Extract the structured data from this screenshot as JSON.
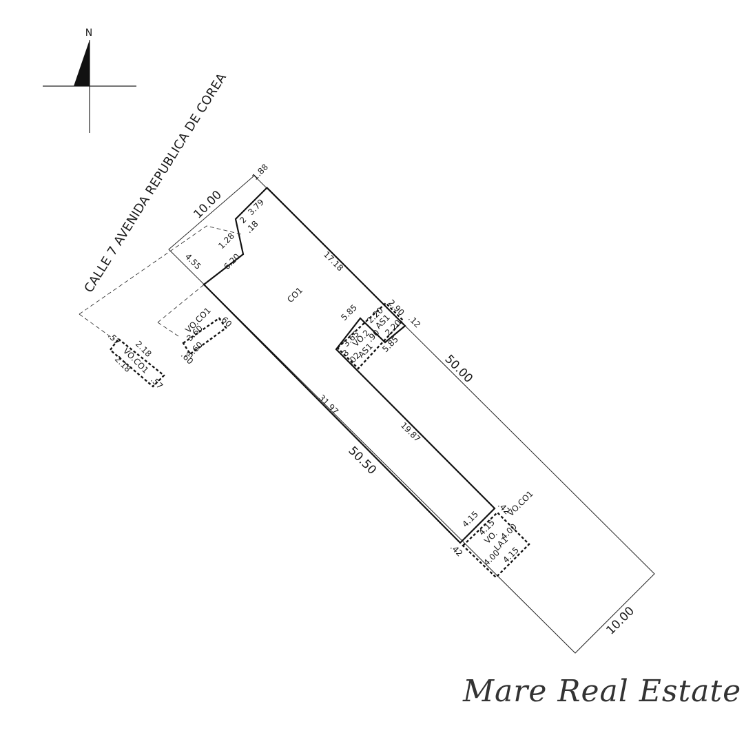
{
  "compass": {
    "label": "N",
    "icon": "north-arrow-icon"
  },
  "street_label": "CALLE 7 AVENIDA REPUBLICA DE COREA",
  "lot": {
    "front_width": "10.00",
    "back_width": "10.00",
    "right_length": "50.00",
    "left_length": "50.50"
  },
  "building": {
    "label": "CO1",
    "dims": {
      "top_offset": "1.88",
      "notch_a": "2",
      "notch_b": "3.79",
      "notch_c": ".18",
      "notch_d": "1.28",
      "front": "6.20",
      "front_offset": "4.55",
      "upper_right": "17.18",
      "left_upper": "31.97",
      "step_a": "5.85",
      "step_b": "2.90",
      "step_c": ".12",
      "lower_right": "19.87",
      "bottom": "4.15",
      "bottom_offset": ".42",
      "side_offset": ".42"
    }
  },
  "details": {
    "detail_a": {
      "l1": ".57",
      "l2": "2.18",
      "l3": "VO.CO1",
      "l4": "2.18",
      "l5": ".57"
    },
    "detail_b": {
      "l1": "VO.CO1",
      "l2": "3.60",
      "l3": ".60",
      "l4": ".60",
      "l5": "3.60"
    },
    "detail_c": {
      "l1": "2.20",
      "l2": "AS1",
      "l3": "2.20",
      "l4": "3.65",
      "l5": "VO.2",
      "l6": ".90",
      "l7": "AS1",
      "l8": "5.85",
      "l9": "3",
      "l10": ".02"
    },
    "detail_d": {
      "l1": "VO.CO1",
      "l2": "4.15",
      "l3": "4.00",
      "l4": "VO.",
      "l5": "LA1",
      "l6": "4.00",
      "l7": "4.15"
    }
  },
  "brand": "Mare Real Estate"
}
